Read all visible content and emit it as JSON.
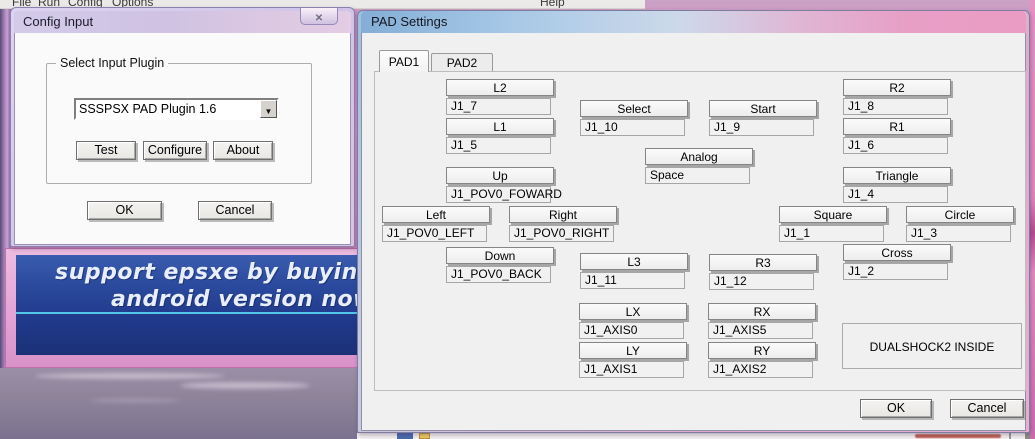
{
  "colors": {
    "banner-line": "#55cdee",
    "config-titlebar": "#d3cbe9",
    "pad-titlebar-blue": "#84aed6",
    "pad-titlebar-pink": "#e79fc6",
    "dialog-bg": "#f0f0f0"
  },
  "background": {
    "menu_items": [
      "File",
      "Run",
      "Config",
      "Options"
    ],
    "menu_help": "Help",
    "banner_line1": "support epsxe by buying",
    "banner_line2": "android version now"
  },
  "config_input": {
    "title": "Config Input",
    "close_glyph": "✕",
    "group_label": "Select Input Plugin",
    "plugin_value": "SSSPSX PAD Plugin 1.6",
    "dropdown_glyph": "▼",
    "test_label": "Test",
    "configure_label": "Configure",
    "about_label": "About",
    "ok_label": "OK",
    "cancel_label": "Cancel"
  },
  "pad_settings": {
    "title": "PAD Settings",
    "tabs": [
      {
        "label": "PAD1"
      },
      {
        "label": "PAD2"
      }
    ],
    "mappings": [
      {
        "button": "L2",
        "value": "J1_7"
      },
      {
        "button": "L1",
        "value": "J1_5"
      },
      {
        "button": "Up",
        "value": "J1_POV0_FOWARD"
      },
      {
        "button": "Select",
        "value": "J1_10"
      },
      {
        "button": "Start",
        "value": "J1_9"
      },
      {
        "button": "R2",
        "value": "J1_8"
      },
      {
        "button": "R1",
        "value": "J1_6"
      },
      {
        "button": "Analog",
        "value": "Space"
      },
      {
        "button": "Triangle",
        "value": "J1_4"
      },
      {
        "button": "Left",
        "value": "J1_POV0_LEFT"
      },
      {
        "button": "Right",
        "value": "J1_POV0_RIGHT"
      },
      {
        "button": "Square",
        "value": "J1_1"
      },
      {
        "button": "Circle",
        "value": "J1_3"
      },
      {
        "button": "Down",
        "value": "J1_POV0_BACK"
      },
      {
        "button": "Cross",
        "value": "J1_2"
      },
      {
        "button": "L3",
        "value": "J1_11"
      },
      {
        "button": "R3",
        "value": "J1_12"
      },
      {
        "button": "LX",
        "value": "J1_AXIS0"
      },
      {
        "button": "RX",
        "value": "J1_AXIS5"
      },
      {
        "button": "LY",
        "value": "J1_AXIS1"
      },
      {
        "button": "RY",
        "value": "J1_AXIS2"
      }
    ],
    "dualshock_label": "DUALSHOCK2 INSIDE",
    "ok_label": "OK",
    "cancel_label": "Cancel"
  }
}
